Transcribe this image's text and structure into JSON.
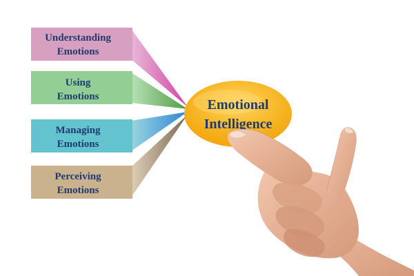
{
  "center": {
    "line1": "Emotional",
    "line2": "Intelligence",
    "color": "#f6b21f"
  },
  "items": [
    {
      "line1": "Understanding",
      "line2": "Emotions",
      "color": "#d7a0c0",
      "arrow_color": "#d243a8"
    },
    {
      "line1": "Using",
      "line2": "Emotions",
      "color": "#93cf95",
      "arrow_color": "#4f9d43"
    },
    {
      "line1": "Managing",
      "line2": "Emotions",
      "color": "#63c4cf",
      "arrow_color": "#2e84d8"
    },
    {
      "line1": "Perceiving",
      "line2": "Emotions",
      "color": "#cbb28f",
      "arrow_color": "#7a6a55"
    }
  ],
  "illustration": {
    "pointing_hand": "pointing-hand-illustration"
  }
}
